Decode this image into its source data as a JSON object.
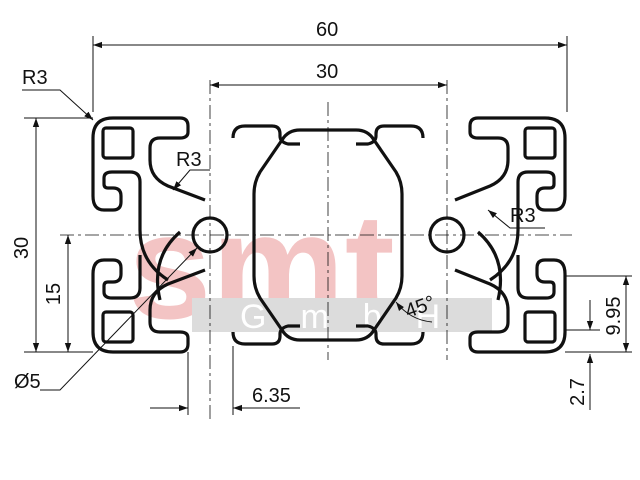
{
  "drawing": {
    "dim_overall_width": "60",
    "dim_slot_spacing": "30",
    "dim_height": "30",
    "dim_center_height": "15",
    "dim_slot_width": "6.35",
    "dim_slot_depth": "9.95",
    "dim_wall": "2.7",
    "dim_bore": "Ø5",
    "radius_outer": "R3",
    "radius_inner_left": "R3",
    "radius_inner_right": "R3",
    "angle": "45°"
  },
  "watermark": {
    "logo_text": "smt",
    "sub_text": "GmbH",
    "logo_color": "#f3c4c4",
    "band_color": "#dcdcdc"
  },
  "colors": {
    "stroke": "#111111",
    "background": "#ffffff"
  }
}
